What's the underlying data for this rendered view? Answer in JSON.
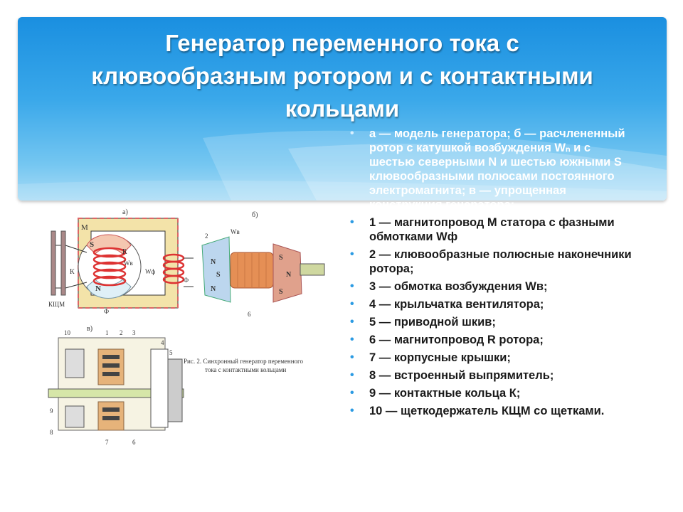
{
  "title": {
    "line1": "Генератор переменного тока с",
    "line2": "клювообразным ротором и с контактными",
    "line3": "кольцами"
  },
  "bullets": [
    "а — модель генератора; б — расчлененный ротор с катушкой возбуждения Wₙ и с шестью северными N и шестью южными S клювообразными полюсами постоянного электромагнита; в — упрощенная конструкция генератора;",
    "1 — магнитопровод М статора с фазными обмотками Wф",
    "2 — клювообразные полюсные наконечники ротора;",
    "3 — обмотка возбуждения Wв;",
    "4 — крыльчатка вентилятора;",
    "5 — приводной шкив;",
    "6 — магнитопровод R ротора;",
    "7 — корпусные крышки;",
    "8 — встроенный выпрямитель;",
    "9 — контактные кольца К;",
    "10 — щеткодержатель КЩМ со щетками."
  ],
  "figure": {
    "label_a": "а)",
    "label_b": "б)",
    "label_v": "в)",
    "caption_line1": "Рис. 2. Синхронный генератор переменного",
    "caption_line2": "тока с контактными кольцами",
    "labels_a": [
      "М",
      "S",
      "R",
      "Wв",
      "Wф",
      "N",
      "К",
      "КЩМ",
      "Ф",
      "Ф"
    ],
    "labels_b": [
      "2",
      "Wв",
      "N",
      "S",
      "N",
      "S",
      "N",
      "S",
      "6"
    ],
    "labels_v": [
      "10",
      "1",
      "2",
      "3",
      "4",
      "5",
      "9",
      "8",
      "7",
      "6"
    ]
  }
}
